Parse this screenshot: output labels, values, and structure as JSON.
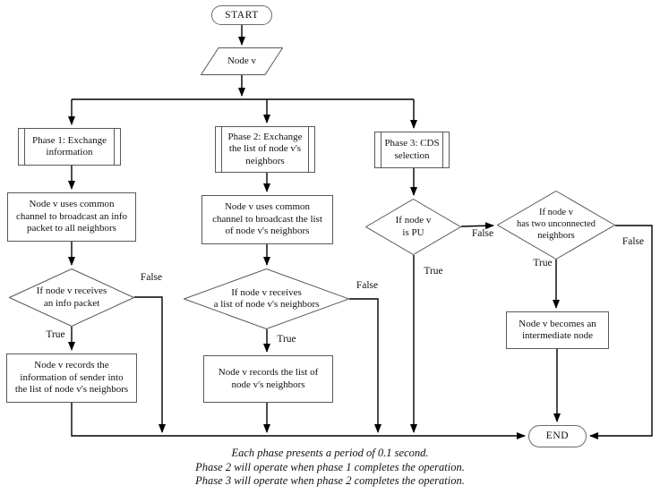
{
  "diagram": {
    "nodes": {
      "start": {
        "label": "START"
      },
      "node_v": {
        "label": "Node v"
      },
      "phase1": {
        "lines": [
          "Phase 1: Exchange",
          "information"
        ]
      },
      "phase2": {
        "lines": [
          "Phase 2: Exchange",
          "the list of node v's",
          "neighbors"
        ]
      },
      "phase3": {
        "lines": [
          "Phase 3: CDS",
          "selection"
        ]
      },
      "broadcast_info": {
        "lines": [
          "Node v uses common",
          "channel to broadcast an info",
          "packet to all neighbors"
        ]
      },
      "broadcast_list": {
        "lines": [
          "Node v uses common",
          "channel to broadcast the list",
          "of node v's neighbors"
        ]
      },
      "decision_receives_info": {
        "lines": [
          "If node v receives",
          "an info packet"
        ]
      },
      "decision_receives_list": {
        "lines": [
          "If node v receives",
          "a list of node v's neighbors"
        ]
      },
      "decision_is_pu": {
        "lines": [
          "If node v",
          "is PU"
        ]
      },
      "decision_two_unconnected": {
        "lines": [
          "If node v",
          "has two unconnected",
          "neighbors"
        ]
      },
      "records_info": {
        "lines": [
          "Node v records the",
          "information of sender into",
          "the list of node v's neighbors"
        ]
      },
      "records_list": {
        "lines": [
          "Node v records the list of",
          "node v's neighbors"
        ]
      },
      "intermediate": {
        "lines": [
          "Node v becomes an",
          "intermediate node"
        ]
      },
      "end": {
        "label": "END"
      }
    },
    "branch_labels": {
      "receives_info_true": "True",
      "receives_info_false": "False",
      "receives_list_true": "True",
      "receives_list_false": "False",
      "is_pu_true": "True",
      "is_pu_false": "False",
      "two_unconnected_true": "True",
      "two_unconnected_false": "False"
    },
    "caption": {
      "line1": "Each phase presents a period of 0.1 second.",
      "line2": "Phase 2 will operate when phase 1 completes the operation.",
      "line3": "Phase 3 will operate when phase 2 completes the operation."
    },
    "colors": {
      "line": "#000000",
      "border": "#595959",
      "background": "#ffffff",
      "text": "#111111"
    }
  }
}
